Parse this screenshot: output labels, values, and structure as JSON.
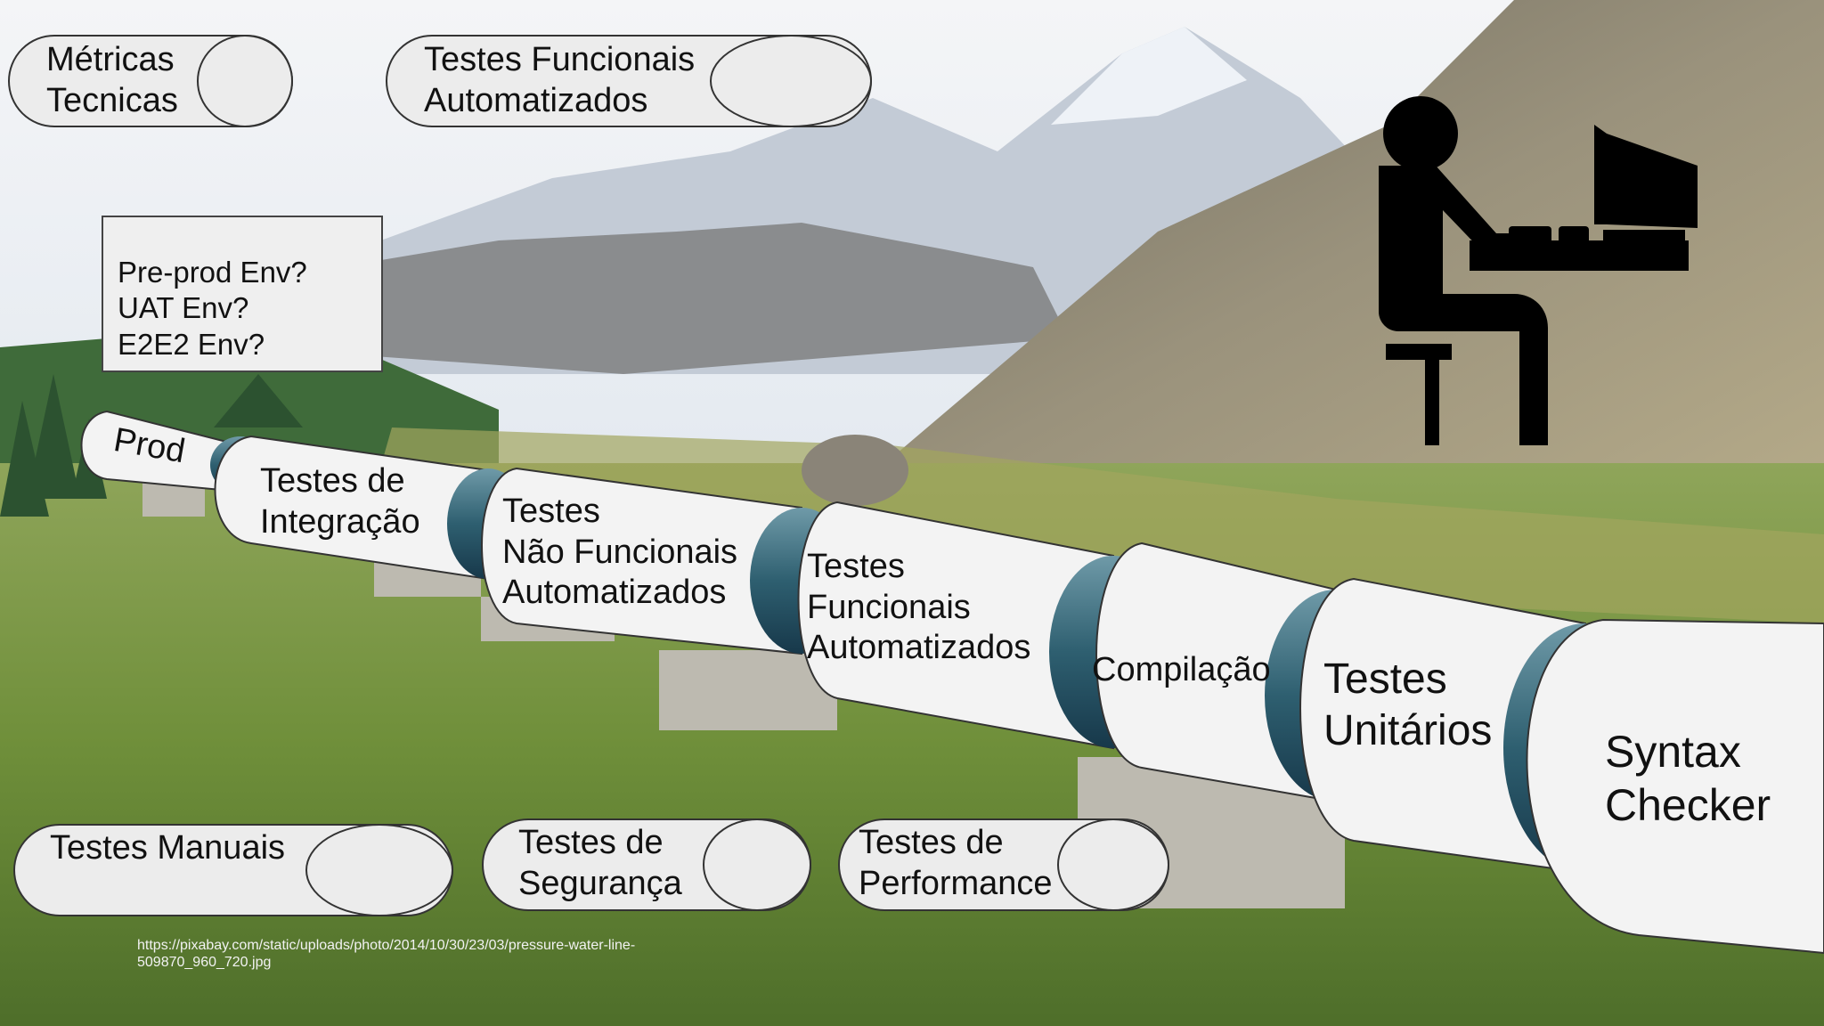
{
  "pills": {
    "metricas": "Métricas\nTecnicas",
    "funcionais_top": "Testes Funcionais\nAutomatizados",
    "manuais": "Testes Manuais",
    "seguranca": "Testes de\nSegurança",
    "performance": "Testes de\nPerformance"
  },
  "environments": "Pre-prod Env?\nUAT Env?\nE2E2 Env?",
  "pipeline": {
    "prod": "Prod",
    "integracao": "Testes de\nIntegração",
    "nao_funcionais": "Testes\nNão Funcionais\nAutomatizados",
    "funcionais": "Testes\nFuncionais\nAutomatizados",
    "compilacao": "Compilação",
    "unitarios": "Testes\nUnitários",
    "syntax": "Syntax\nChecker"
  },
  "credit": "https://pixabay.com/static/uploads/photo/2014/10/30/23/03/pressure-water-line-\n509870_960_720.jpg",
  "icons": {
    "developer": "person-at-computer-icon"
  }
}
